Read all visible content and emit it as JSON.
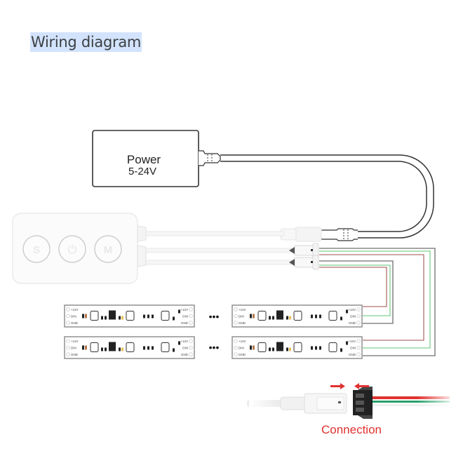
{
  "header": {
    "title": "Wiring diagram"
  },
  "diagram": {
    "power_supply": {
      "label": "Power",
      "voltage": "5-24V"
    },
    "controller": {
      "buttons": [
        {
          "name": "speed",
          "glyph": "S"
        },
        {
          "name": "power",
          "glyph": "⏻"
        },
        {
          "name": "mode",
          "glyph": "M"
        }
      ]
    },
    "strip_pads_left": [
      "+12V",
      "DIN",
      "GND"
    ],
    "strip_pads_right": [
      "+12V",
      "DIN",
      "GND"
    ],
    "ellipsis": "•••",
    "connection_label": "Connection",
    "wire_colors": {
      "power": "#b07070",
      "data": "#7fd08f",
      "ground": "#6f6f6f",
      "accent": "#e0322f"
    }
  }
}
